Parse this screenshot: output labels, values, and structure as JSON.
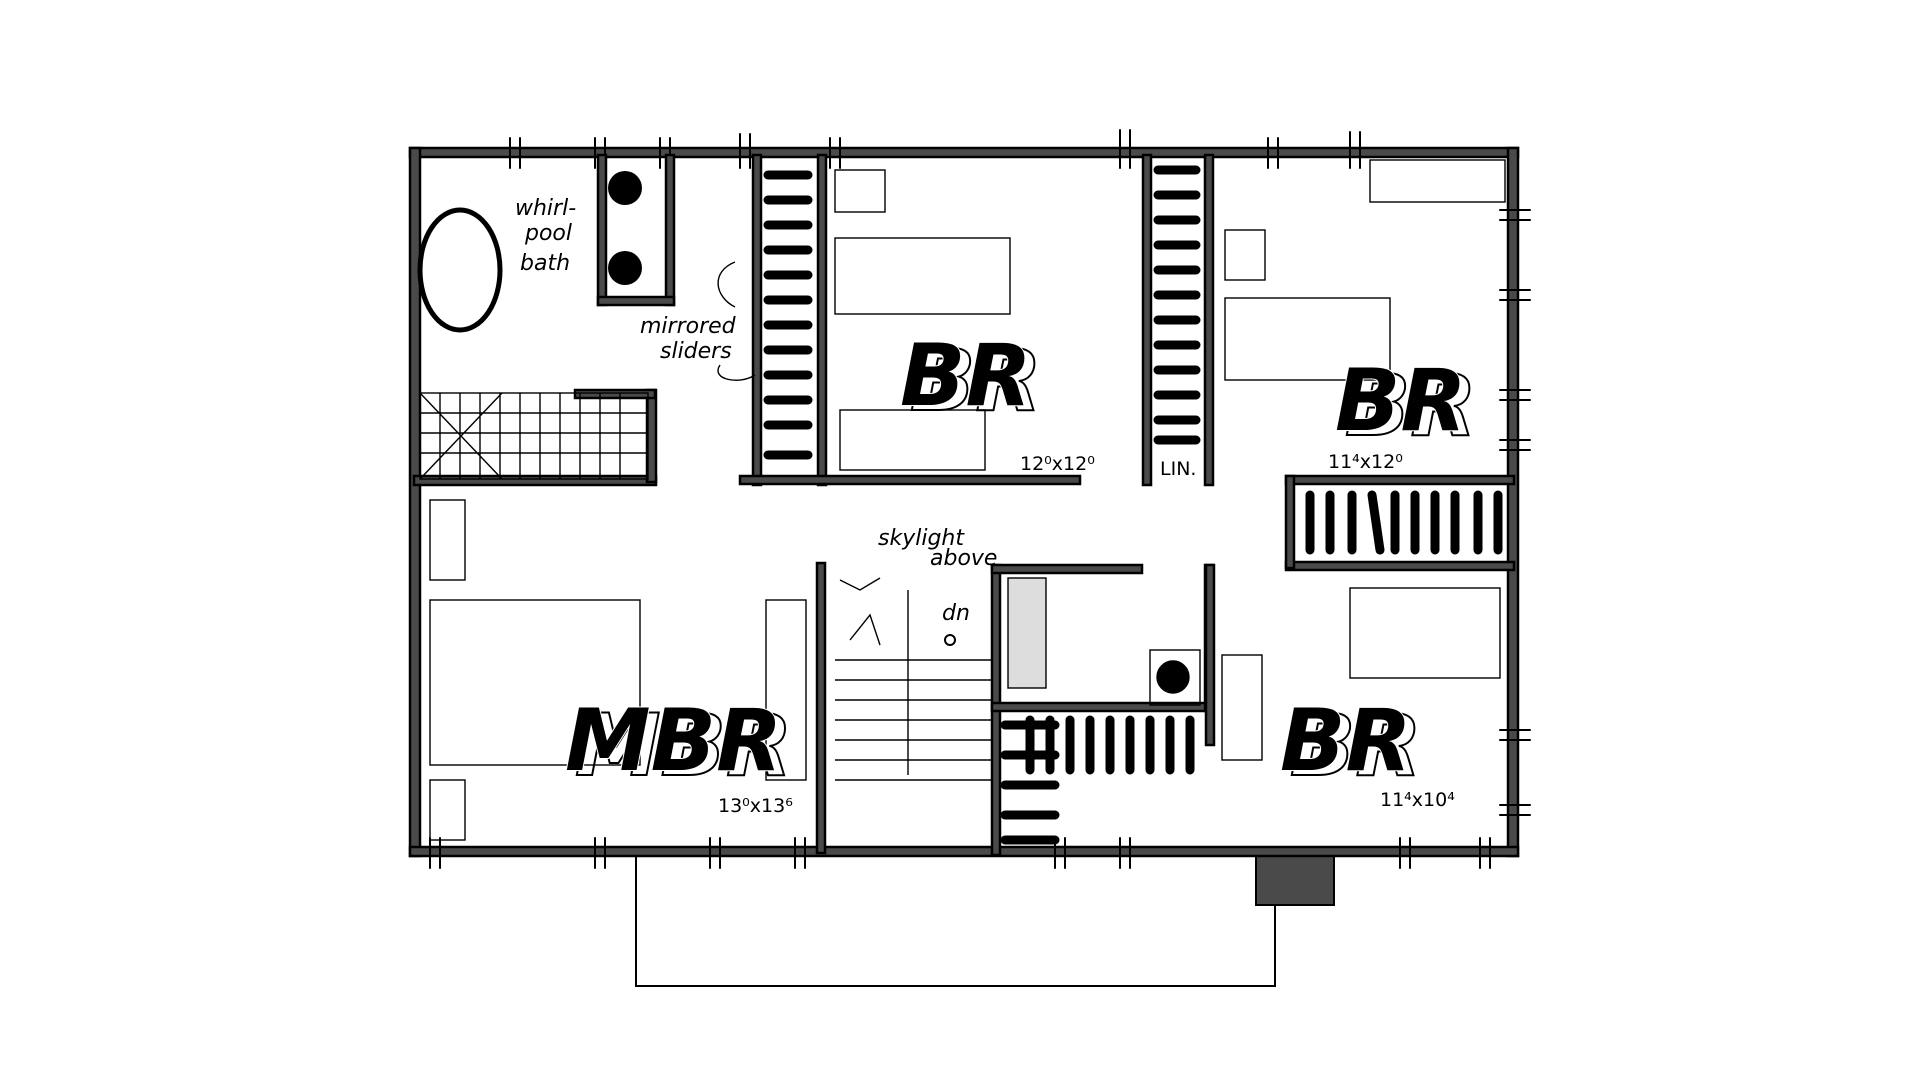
{
  "rooms": {
    "br1": {
      "label": "BR",
      "size": "12⁰x12⁰"
    },
    "br2": {
      "label": "BR",
      "size": "11⁴x12⁰"
    },
    "br3": {
      "label": "BR",
      "size": "11⁴x10⁴"
    },
    "mbr": {
      "label": "MBR",
      "size": "13⁰x13⁶"
    }
  },
  "notes": {
    "whirlpool_1": "whirl-",
    "whirlpool_2": "pool",
    "whirlpool_3": "bath",
    "mirrored_1": "mirrored",
    "mirrored_2": "sliders",
    "linen": "LIN.",
    "skylight_1": "skylight",
    "skylight_2": "above",
    "stair_dn": "dn"
  }
}
